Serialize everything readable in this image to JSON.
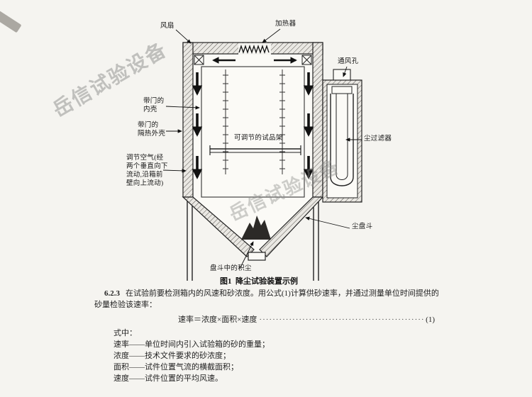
{
  "page": {
    "watermark": "岳信试验设备"
  },
  "figure": {
    "caption": "图1  降尘试验装置示例",
    "labels": {
      "fan": "风扇",
      "heater": "加热器",
      "vent": "通风孔",
      "inner_shell": "带门的\n内壳",
      "outer_shell": "带门的\n隔热外壳",
      "air_adjust": "调节空气(经\n两个垂直向下\n流动,沿箱前\n壁向上流动)",
      "rack": "可调节的试品架",
      "filter": "尘过滤器",
      "hopper": "尘盘斗",
      "dust": "盘斗中的积尘"
    }
  },
  "text": {
    "section_no": "6.2.3",
    "para": "在试验前要检测箱内的风速和砂浓度。用公式(1)计算供砂速率，并通过测量单位时间提供的砂量检验该速率：",
    "formula": "速率＝浓度×面积×速度",
    "leader_dots": "································································································",
    "eq_no": "(1)",
    "where": "式中：",
    "dash": "——",
    "defs": [
      {
        "term": "速率",
        "desc": "单位时间内引入试验箱的砂的重量；"
      },
      {
        "term": "浓度",
        "desc": "技术文件要求的砂浓度；"
      },
      {
        "term": "面积",
        "desc": "试件位置气流的横截面积；"
      },
      {
        "term": "速度",
        "desc": "试件位置的平均风速。"
      }
    ]
  }
}
